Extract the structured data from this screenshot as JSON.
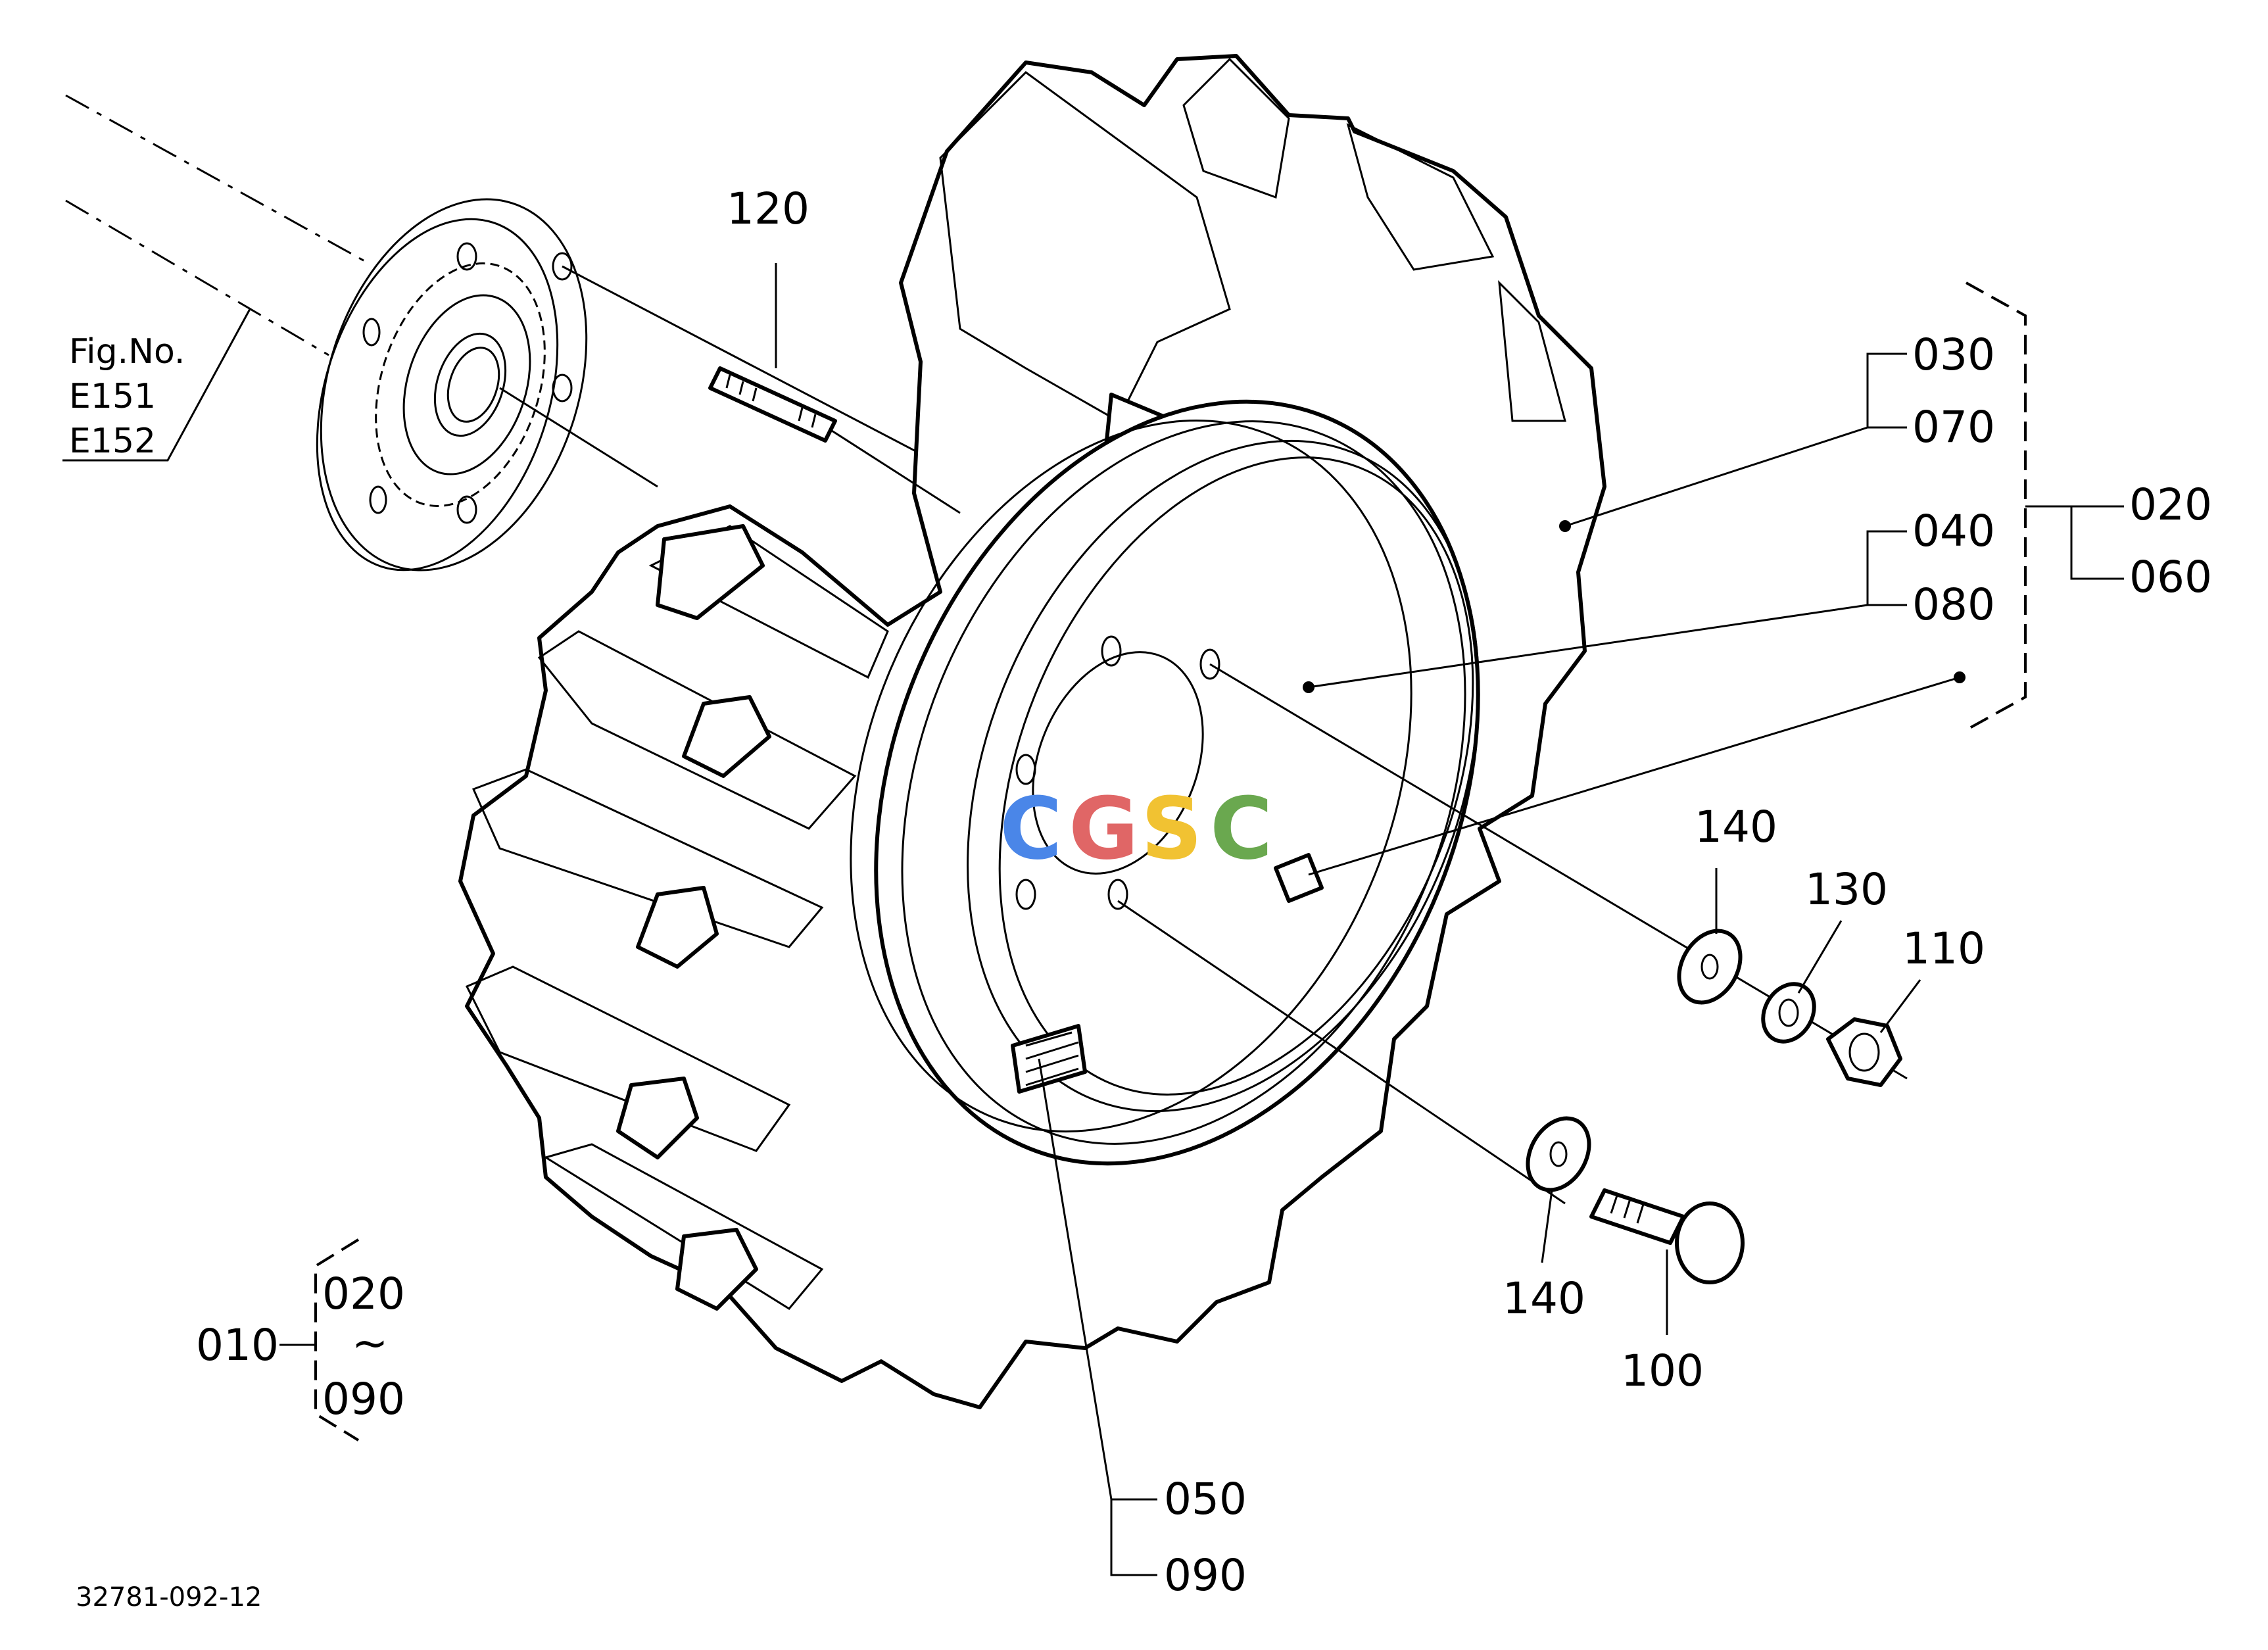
{
  "figure_ref": {
    "title": "Fig.No.",
    "items": [
      "E151",
      "E152"
    ]
  },
  "labels": {
    "p120": "120",
    "p030": "030",
    "p070": "070",
    "p040": "040",
    "p080": "080",
    "p020": "020",
    "p060": "060",
    "p140a": "140",
    "p130": "130",
    "p110": "110",
    "p140b": "140",
    "p100": "100",
    "p050": "050",
    "p090": "090"
  },
  "assembly": {
    "main": "010",
    "from": "020",
    "range_mark": "~",
    "to": "090"
  },
  "watermark": {
    "letters": [
      "C",
      "G",
      "S",
      "C"
    ],
    "colors": [
      "#4a86e8",
      "#e06666",
      "#f1c232",
      "#6aa84f"
    ]
  },
  "drawing_code": "32781-092-12"
}
